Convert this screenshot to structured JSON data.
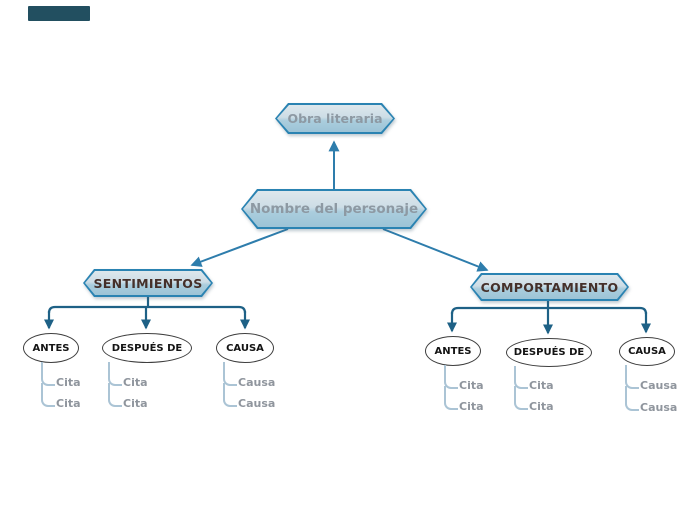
{
  "map": {
    "root": {
      "label": "Obra literaria"
    },
    "main": {
      "label": "Nombre del personaje"
    },
    "branches": [
      {
        "label": "SENTIMIENTOS",
        "children": [
          {
            "label": "ANTES",
            "items": [
              "Cita",
              "Cita"
            ]
          },
          {
            "label": "DESPUÉS DE",
            "items": [
              "Cita",
              "Cita"
            ]
          },
          {
            "label": "CAUSA",
            "items": [
              "Causa",
              "Causa"
            ]
          }
        ]
      },
      {
        "label": "COMPORTAMIENTO",
        "children": [
          {
            "label": "ANTES",
            "items": [
              "Cita",
              "Cita"
            ]
          },
          {
            "label": "DESPUÉS DE",
            "items": [
              "Cita",
              "Cita"
            ]
          },
          {
            "label": "CAUSA",
            "items": [
              "Causa",
              "Causa"
            ]
          }
        ]
      }
    ]
  },
  "colors": {
    "hex_border": "#2a83b2",
    "hex_fill_top": "#dde7ec",
    "hex_fill_bottom": "#9cc3d6",
    "node_title_text": "#8d99a3",
    "branch_text": "#45302a",
    "arrow_primary": "#2e7dac",
    "arrow_dark": "#1e6186",
    "item_line": "#abc4d5",
    "item_text": "#8f959d",
    "ellipse_border": "#3f3f3f",
    "top_left_bar": "#224f60"
  }
}
